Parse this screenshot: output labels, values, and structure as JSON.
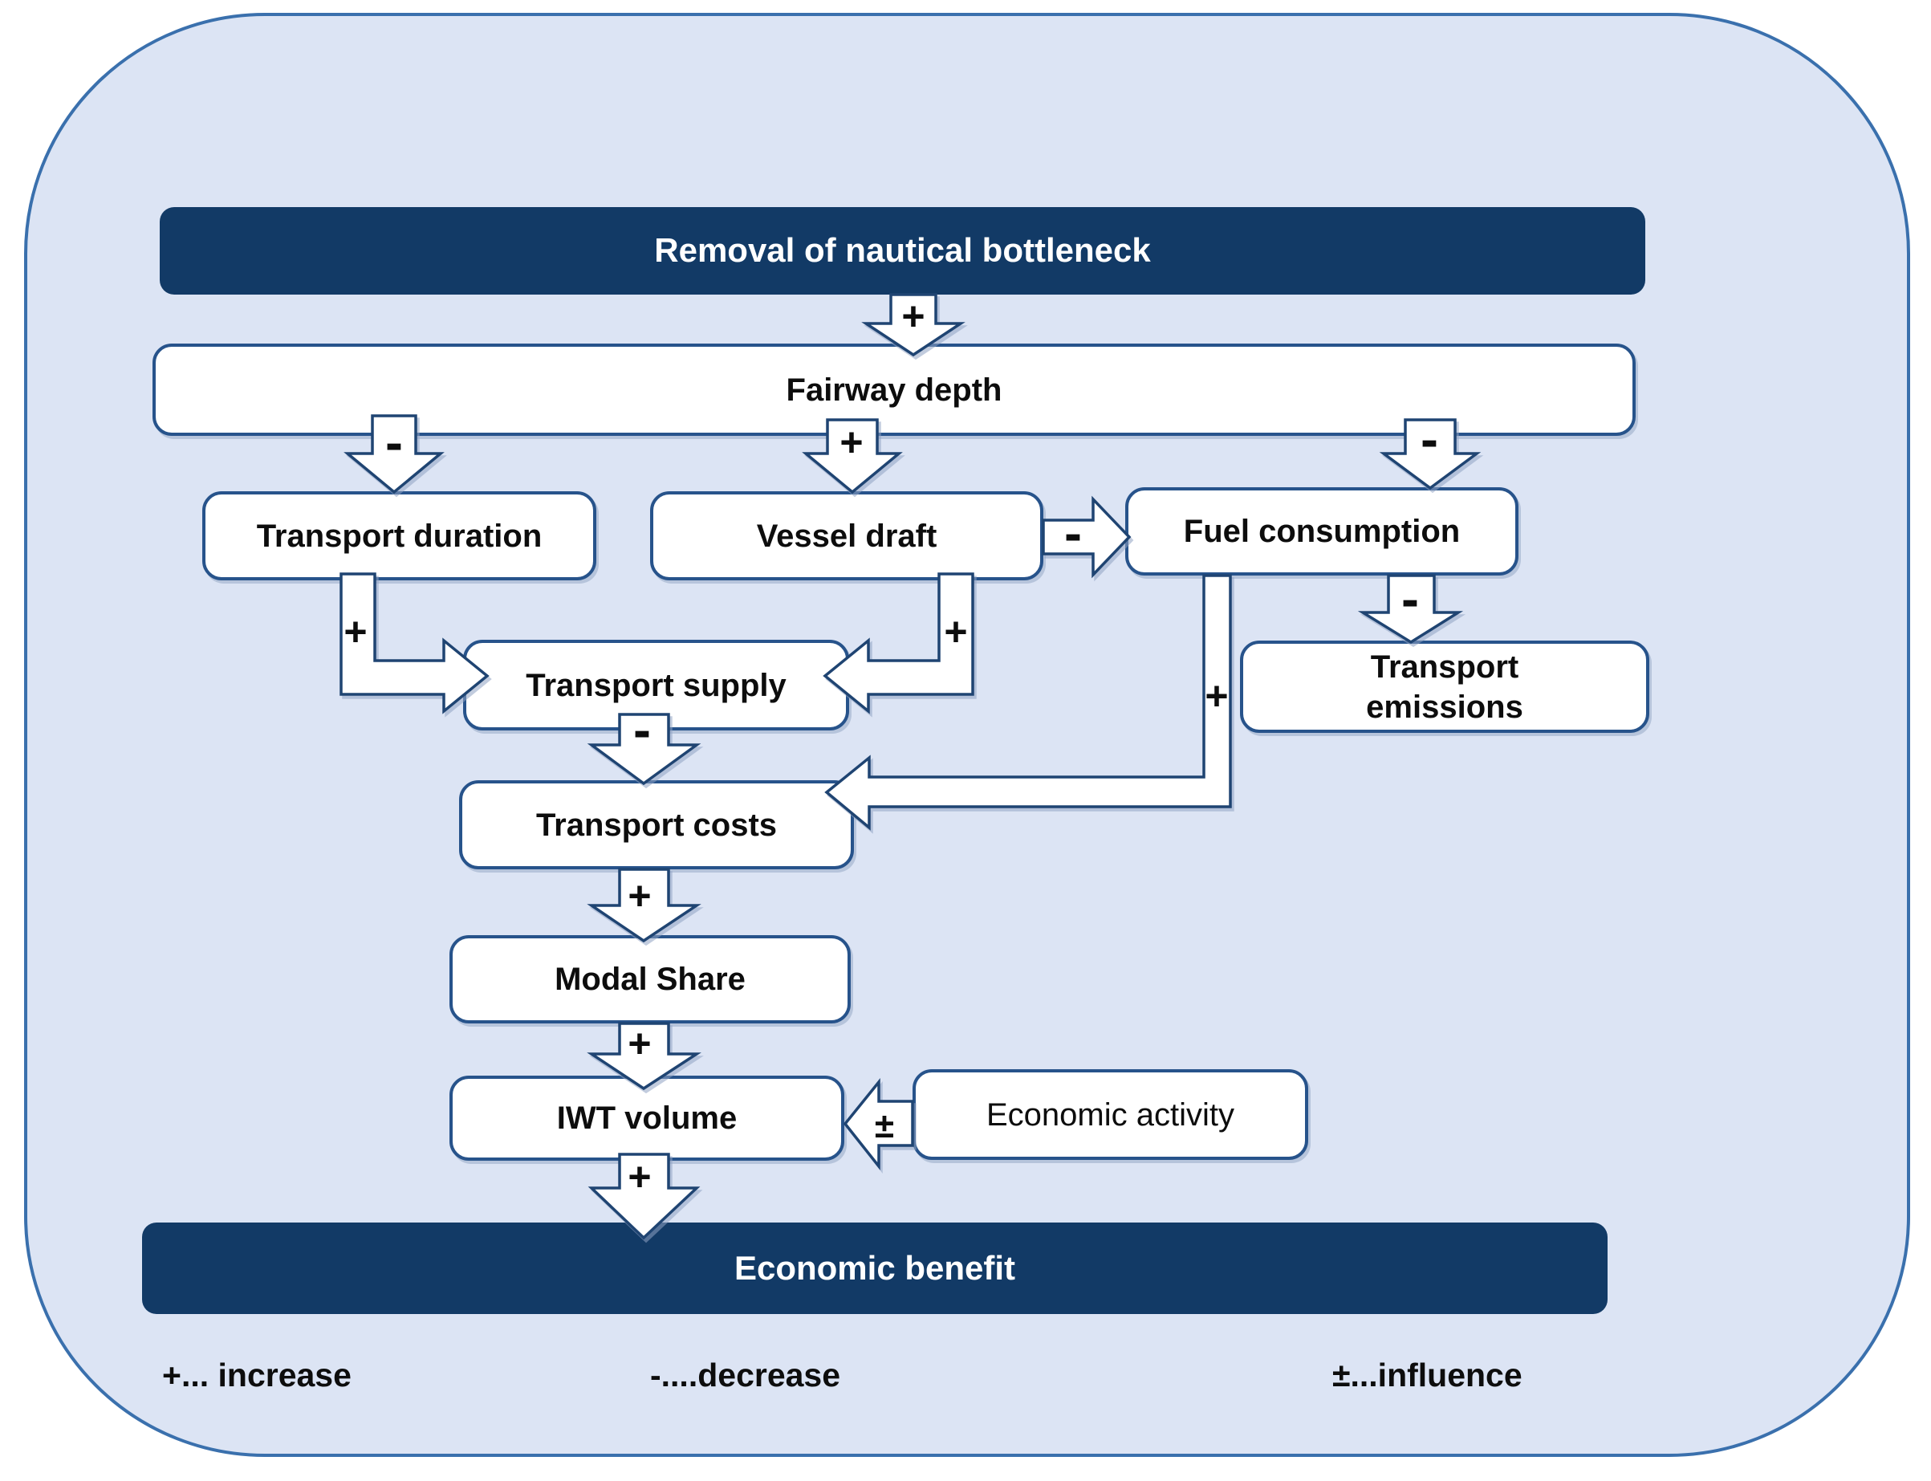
{
  "diagram": {
    "type": "causal-flowchart",
    "topic": "Effects of removing a nautical bottleneck on inland waterway transport"
  },
  "colors": {
    "container_fill": "#dce4f4",
    "container_border": "#3a70ad",
    "navy_bar_fill": "#123a66",
    "box_border": "#27538b",
    "arrow_stroke": "#1f4472",
    "text": "#0d0d0d",
    "bar_text": "#ffffff"
  },
  "nodes": {
    "removal": {
      "label": "Removal of nautical bottleneck"
    },
    "fairway": {
      "label": "Fairway depth"
    },
    "transport_duration": {
      "label": "Transport duration"
    },
    "vessel_draft": {
      "label": "Vessel draft"
    },
    "fuel_consumption": {
      "label": "Fuel consumption"
    },
    "transport_supply": {
      "label": "Transport supply"
    },
    "transport_emissions": {
      "label": "Transport emissions"
    },
    "transport_costs": {
      "label": "Transport costs"
    },
    "modal_share": {
      "label": "Modal Share"
    },
    "iwt_volume": {
      "label": "IWT volume"
    },
    "economic_activity": {
      "label": "Economic activity"
    },
    "economic_benefit": {
      "label": "Economic benefit"
    }
  },
  "arrows": {
    "removal_to_fairway": {
      "sign": "+",
      "from": "removal",
      "to": "fairway"
    },
    "fairway_to_duration": {
      "sign": "-",
      "from": "fairway",
      "to": "transport_duration"
    },
    "fairway_to_draft": {
      "sign": "+",
      "from": "fairway",
      "to": "vessel_draft"
    },
    "fairway_to_fuel": {
      "sign": "-",
      "from": "fairway",
      "to": "fuel_consumption"
    },
    "draft_to_fuel": {
      "sign": "-",
      "from": "vessel_draft",
      "to": "fuel_consumption"
    },
    "duration_to_supply": {
      "sign": "+",
      "from": "transport_duration",
      "to": "transport_supply"
    },
    "draft_to_supply": {
      "sign": "+",
      "from": "vessel_draft",
      "to": "transport_supply"
    },
    "fuel_to_emissions": {
      "sign": "-",
      "from": "fuel_consumption",
      "to": "transport_emissions"
    },
    "fuel_to_costs": {
      "sign": "+",
      "from": "fuel_consumption",
      "to": "transport_costs"
    },
    "supply_to_costs": {
      "sign": "-",
      "from": "transport_supply",
      "to": "transport_costs"
    },
    "costs_to_modal": {
      "sign": "+",
      "from": "transport_costs",
      "to": "modal_share"
    },
    "modal_to_iwt": {
      "sign": "+",
      "from": "modal_share",
      "to": "iwt_volume"
    },
    "activity_to_iwt": {
      "sign": "±",
      "from": "economic_activity",
      "to": "iwt_volume"
    },
    "iwt_to_benefit": {
      "sign": "+",
      "from": "iwt_volume",
      "to": "economic_benefit"
    }
  },
  "legend": {
    "increase": "+... increase",
    "decrease": "-....decrease",
    "influence": "±...influence"
  }
}
